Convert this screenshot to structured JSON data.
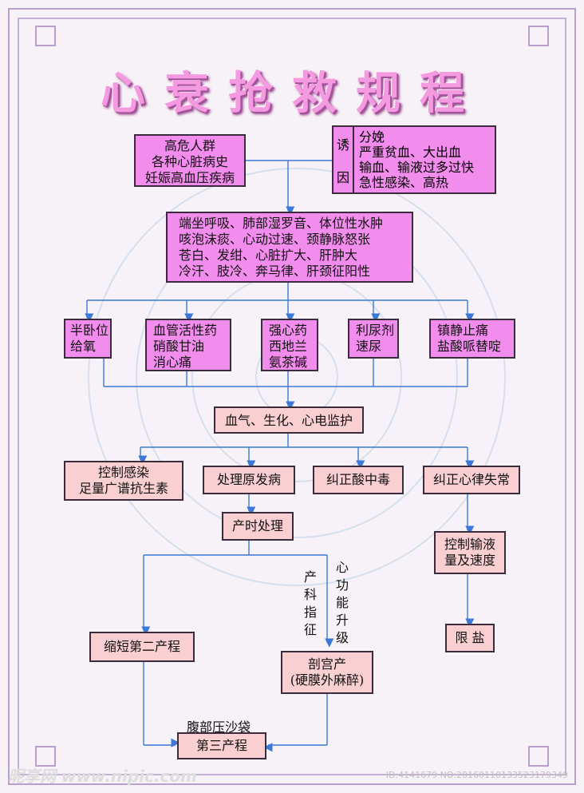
{
  "title": "心衰抢救规程",
  "risk_group": [
    "高危人群",
    "各种心脏病史",
    "妊娠高血压疾病"
  ],
  "cause": {
    "label": [
      "诱",
      "因"
    ],
    "items": [
      "分娩",
      "严重贫血、大出血",
      "输血、输液过多过快",
      "急性感染、高热"
    ]
  },
  "symptoms": [
    "端坐呼吸、肺部湿罗音、体位性水肿",
    "咳泡沫痰、心动过速、颈静脉怒张",
    "苍白、发绀、心脏扩大、肝肿大",
    "冷汗、肢冷、奔马律、肝颈征阳性"
  ],
  "treatments": [
    [
      "半卧位",
      "给氧"
    ],
    [
      "血管活性药",
      "硝酸甘油",
      "消心痛"
    ],
    [
      "强心药",
      "西地兰",
      "氨茶碱"
    ],
    [
      "利尿剂",
      "速尿"
    ],
    [
      "镇静止痛",
      "盐酸哌替啶"
    ]
  ],
  "monitor": "血气、生化、心电监护",
  "measures": [
    [
      "控制感染",
      "足量广谱抗生素"
    ],
    [
      "处理原发病"
    ],
    [
      "纠正酸中毒"
    ],
    [
      "纠正心律失常"
    ]
  ],
  "labor": "产时处理",
  "shorten": "缩短第二产程",
  "csection": [
    "剖宫产",
    "(硬膜外麻醉)"
  ],
  "indication_left": [
    "产",
    "科",
    "指",
    "征"
  ],
  "indication_right": [
    "心",
    "功",
    "能",
    "升",
    "级"
  ],
  "sandbag": "腹部压沙袋",
  "third_stage": "第三产程",
  "fluid_control": [
    "控制输液",
    "量及速度"
  ],
  "salt_limit": "限 盐",
  "footer": {
    "logo": "昵享网 www.nipic.com",
    "id_text": "ID:4141679 NO:20160110133523179349"
  },
  "colors": {
    "box_pink": "#f28ced",
    "box_pale": "#f9cfd2",
    "arrow": "#3b78d8",
    "title": "#f49ae0"
  }
}
